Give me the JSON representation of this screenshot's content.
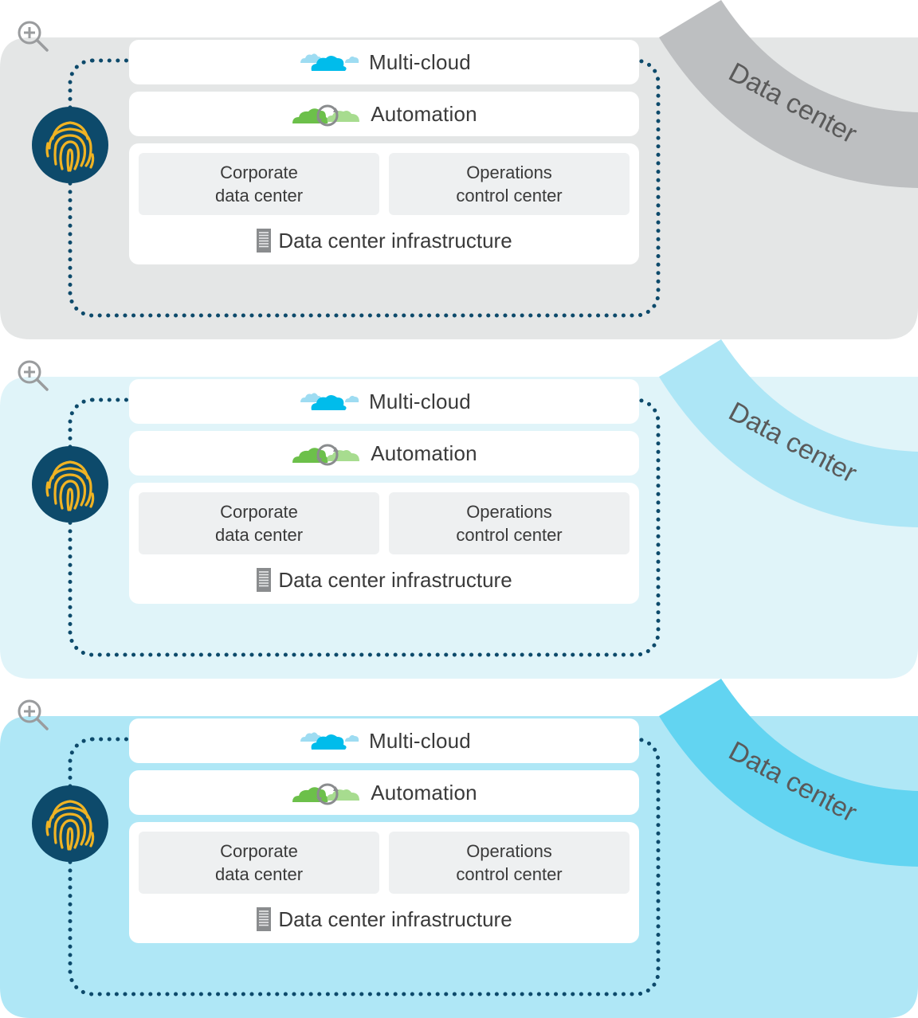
{
  "panels": [
    {
      "arc_label": "Data center",
      "multicloud_label": "Multi-cloud",
      "automation_label": "Automation",
      "corporate_line1": "Corporate",
      "corporate_line2": "data center",
      "operations_line1": "Operations",
      "operations_line2": "control center",
      "infra_label": "Data center infrastructure",
      "colors": {
        "background": "#e4e6e6",
        "arc": "#bdbfc1"
      }
    },
    {
      "arc_label": "Data center",
      "multicloud_label": "Multi-cloud",
      "automation_label": "Automation",
      "corporate_line1": "Corporate",
      "corporate_line2": "data center",
      "operations_line1": "Operations",
      "operations_line2": "control center",
      "infra_label": "Data center infrastructure",
      "colors": {
        "background": "#e0f4f9",
        "arc": "#ade6f6"
      }
    },
    {
      "arc_label": "Data center",
      "multicloud_label": "Multi-cloud",
      "automation_label": "Automation",
      "corporate_line1": "Corporate",
      "corporate_line2": "data center",
      "operations_line1": "Operations",
      "operations_line2": "control center",
      "infra_label": "Data center infrastructure",
      "colors": {
        "background": "#afe7f6",
        "arc": "#62d4f1"
      }
    }
  ],
  "icons": {
    "zoom": "zoom-in-icon",
    "fingerprint": "fingerprint-icon",
    "multicloud": "multicloud-icon",
    "automation": "automation-icon",
    "server": "server-icon"
  },
  "colors": {
    "dotted_border": "#0d4a6b",
    "fingerprint_circle": "#0d4a6b",
    "fingerprint_lines": "#f0b323",
    "cloud_blue": "#00bceb",
    "cloud_green": "#6cc04a",
    "cloud_light_green": "#a7dc8f"
  }
}
